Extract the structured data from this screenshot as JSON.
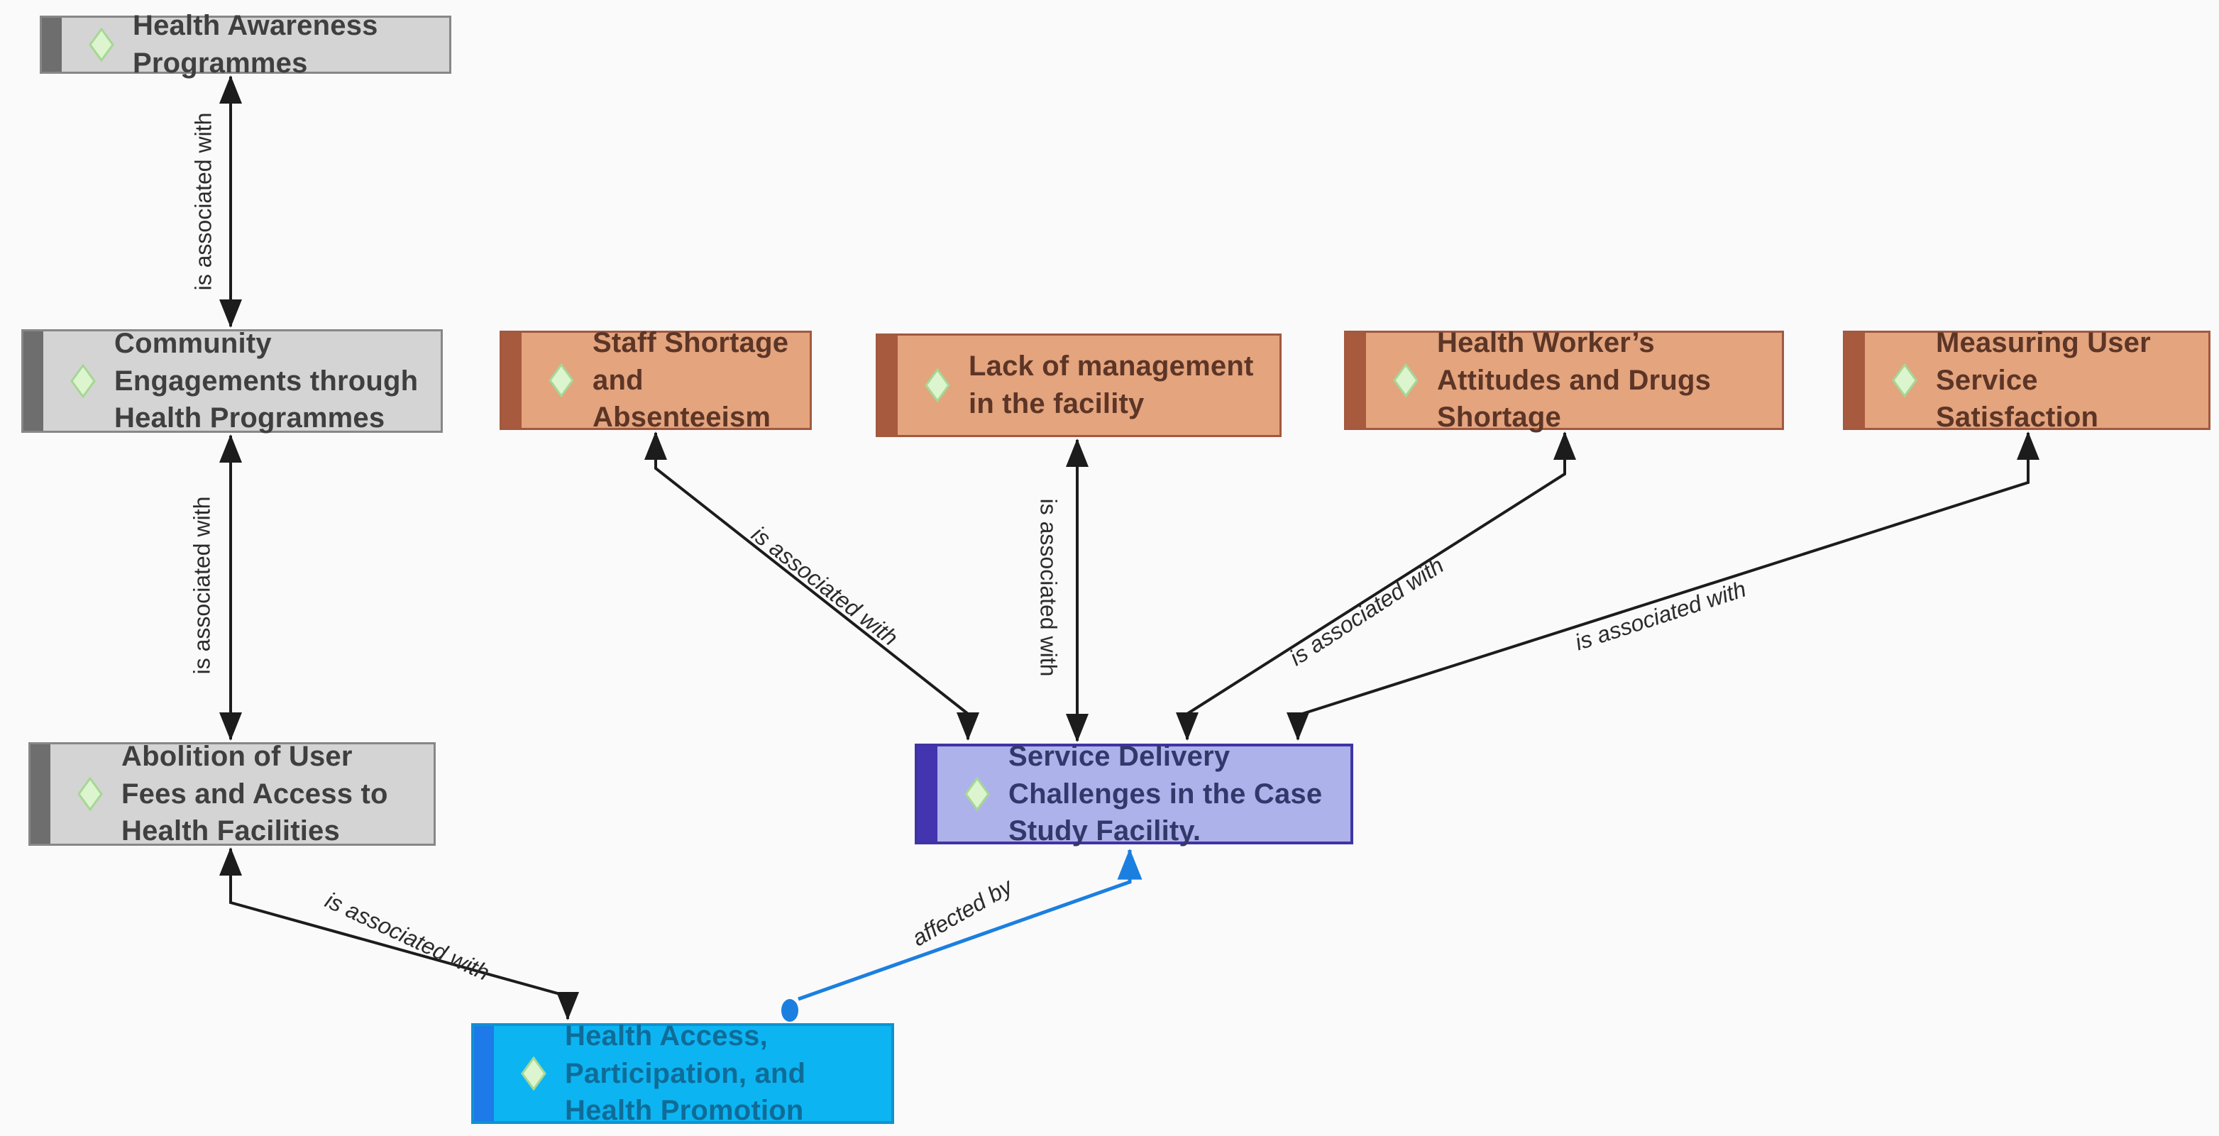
{
  "diagram": {
    "type": "concept-network",
    "background_color": "#fafafa",
    "node_icon": "diamond-icon",
    "colors": {
      "gray_node_fill": "#d4d4d4",
      "gray_node_strip": "#6e6e6e",
      "gray_node_text": "#3f3f3f",
      "tan_node_fill": "#e3a47e",
      "tan_node_strip": "#a85a3e",
      "tan_node_text": "#5c3526",
      "purple_node_fill": "#aeb2ea",
      "purple_node_strip": "#4334b0",
      "purple_node_text": "#33386b",
      "cyan_node_fill": "#0db4f2",
      "cyan_node_strip": "#1d7ae8",
      "cyan_node_text": "#0f6c97",
      "diamond_fill": "#ddf5cf",
      "diamond_stroke": "#a6d795",
      "edge_black": "#1c1c1c",
      "edge_blue": "#1b7fe0"
    },
    "nodes": [
      {
        "label": "Health Awareness Programmes",
        "type": "gray"
      },
      {
        "label": "Community Engagements through Health Programmes",
        "type": "gray"
      },
      {
        "label": "Staff Shortage and Absenteeism",
        "type": "tan"
      },
      {
        "label": "Lack of management in the facility",
        "type": "tan"
      },
      {
        "label": "Health Worker’s Attitudes and Drugs Shortage",
        "type": "tan"
      },
      {
        "label": "Measuring User Service Satisfaction",
        "type": "tan"
      },
      {
        "label": "Abolition of User Fees and Access to Health Facilities",
        "type": "gray"
      },
      {
        "label": "Service Delivery Challenges in the Case Study Facility.",
        "type": "purple"
      },
      {
        "label": "Health Access, Participation, and Health Promotion",
        "type": "cyan"
      }
    ],
    "edges": [
      {
        "from": "Health Awareness Programmes",
        "to": "Community Engagements through Health Programmes",
        "label": "is associated with",
        "arrows": "both-ends",
        "color": "#1c1c1c"
      },
      {
        "from": "Community Engagements through Health Programmes",
        "to": "Abolition of User Fees and Access to Health Facilities",
        "label": "is associated with",
        "arrows": "both-ends",
        "color": "#1c1c1c"
      },
      {
        "from": "Staff Shortage and Absenteeism",
        "to": "Service Delivery Challenges in the Case Study Facility.",
        "label": "is associated with",
        "arrows": "both-ends",
        "color": "#1c1c1c"
      },
      {
        "from": "Lack of management in the facility",
        "to": "Service Delivery Challenges in the Case Study Facility.",
        "label": "is associated with",
        "arrows": "both-ends",
        "color": "#1c1c1c"
      },
      {
        "from": "Health Worker’s Attitudes and Drugs Shortage",
        "to": "Service Delivery Challenges in the Case Study Facility.",
        "label": "is associated with",
        "arrows": "both-ends",
        "color": "#1c1c1c"
      },
      {
        "from": "Measuring User Service Satisfaction",
        "to": "Service Delivery Challenges in the Case Study Facility.",
        "label": "is associated with",
        "arrows": "both-ends",
        "color": "#1c1c1c"
      },
      {
        "from": "Abolition of User Fees and Access to Health Facilities",
        "to": "Health Access, Participation, and Health Promotion",
        "label": "is associated with",
        "arrows": "both-ends",
        "color": "#1c1c1c"
      },
      {
        "from": "Health Access, Participation, and Health Promotion",
        "to": "Service Delivery Challenges in the Case Study Facility.",
        "label": "affected by",
        "arrows": "arrow-at-target-dot-at-source",
        "color": "#1b7fe0"
      }
    ]
  }
}
